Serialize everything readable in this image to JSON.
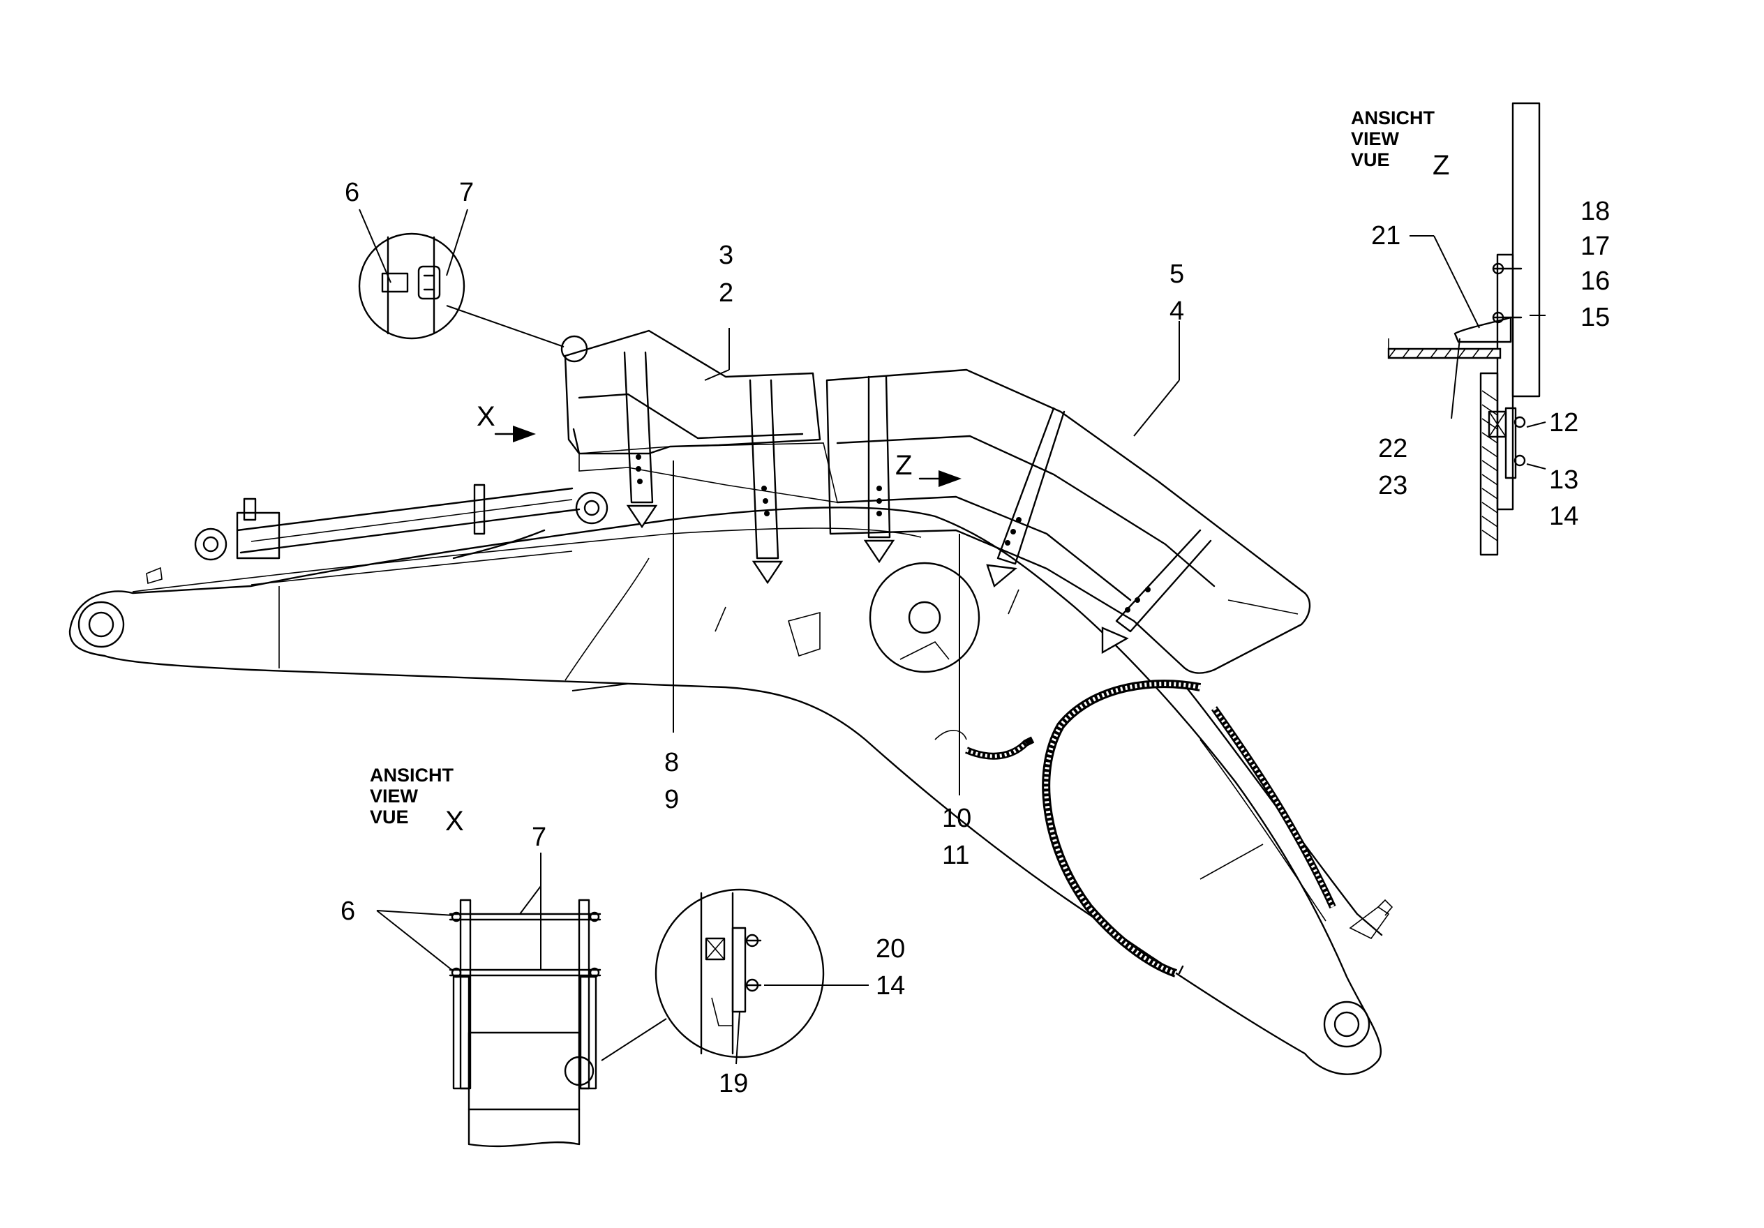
{
  "views": {
    "x": {
      "line1": "ANSICHT",
      "line2": "VIEW",
      "line3": "VUE",
      "letter": "X"
    },
    "z": {
      "line1": "ANSICHT",
      "line2": "VIEW",
      "line3": "VUE",
      "letter": "Z"
    }
  },
  "arrows": {
    "x": "X",
    "z": "Z"
  },
  "callouts": {
    "detail_top_6": "6",
    "detail_top_7": "7",
    "c3": "3",
    "c2": "2",
    "c5": "5",
    "c4": "4",
    "c8": "8",
    "c9": "9",
    "c10": "10",
    "c11": "11",
    "c18": "18",
    "c17": "17",
    "c16": "16",
    "c15": "15",
    "c21": "21",
    "c22": "22",
    "c23": "23",
    "c12": "12",
    "c13": "13",
    "c14_z": "14",
    "vx_7": "7",
    "vx_6": "6",
    "c20": "20",
    "c14_x": "14",
    "c19": "19"
  }
}
